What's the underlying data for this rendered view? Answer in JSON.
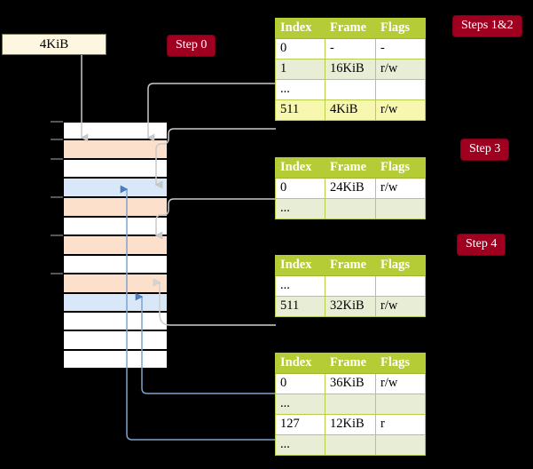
{
  "diagram": {
    "title": "Page table walk diagram",
    "background": "#000000",
    "accent_green": "#b5cc36",
    "accent_red": "#a00020",
    "highlight_yellow": "#f7f7b0",
    "row_orange": "#fce0cb",
    "row_blue": "#d9e8f8"
  },
  "badges": [
    {
      "id": "step0",
      "label": "Step 0"
    },
    {
      "id": "steps12",
      "label": "Steps 1&2"
    },
    {
      "id": "step3",
      "label": "Step 3"
    },
    {
      "id": "step4",
      "label": "Step 4"
    }
  ],
  "source_box": {
    "label": "4KiB"
  },
  "columns": [
    "Index",
    "Frame",
    "Flags"
  ],
  "tables": [
    {
      "id": "table-level-0",
      "headers": [
        "Index",
        "Frame",
        "Flags"
      ],
      "rows": [
        {
          "style": "white",
          "cells": [
            "0",
            "-",
            "-"
          ]
        },
        {
          "style": "green",
          "cells": [
            "1",
            "16KiB",
            "r/w"
          ]
        },
        {
          "style": "white",
          "cells": [
            "...",
            "",
            ""
          ]
        },
        {
          "style": "highlight",
          "cells": [
            "511",
            "4KiB",
            "r/w"
          ]
        }
      ]
    },
    {
      "id": "table-level-1",
      "headers": [
        "Index",
        "Frame",
        "Flags"
      ],
      "rows": [
        {
          "style": "white",
          "cells": [
            "0",
            "24KiB",
            "r/w"
          ]
        },
        {
          "style": "green",
          "cells": [
            "...",
            "",
            ""
          ]
        }
      ]
    },
    {
      "id": "table-level-2",
      "headers": [
        "Index",
        "Frame",
        "Flags"
      ],
      "rows": [
        {
          "style": "white",
          "cells": [
            "...",
            "",
            ""
          ]
        },
        {
          "style": "green",
          "cells": [
            "511",
            "32KiB",
            "r/w"
          ]
        }
      ]
    },
    {
      "id": "table-level-3",
      "headers": [
        "Index",
        "Frame",
        "Flags"
      ],
      "rows": [
        {
          "style": "white",
          "cells": [
            "0",
            "36KiB",
            "r/w"
          ]
        },
        {
          "style": "green",
          "cells": [
            "...",
            "",
            ""
          ]
        },
        {
          "style": "white",
          "cells": [
            "127",
            "12KiB",
            "r"
          ]
        },
        {
          "style": "green",
          "cells": [
            "...",
            "",
            ""
          ]
        }
      ]
    }
  ],
  "memory_column": {
    "name": "physical-memory-frames",
    "rows": [
      {
        "style": "white"
      },
      {
        "style": "orange"
      },
      {
        "style": "white"
      },
      {
        "style": "blue"
      },
      {
        "style": "orange"
      },
      {
        "style": "white"
      },
      {
        "style": "orange"
      },
      {
        "style": "white"
      },
      {
        "style": "orange"
      },
      {
        "style": "blue"
      },
      {
        "style": "white"
      },
      {
        "style": "white"
      },
      {
        "style": "white"
      },
      {
        "style": "white"
      }
    ]
  }
}
